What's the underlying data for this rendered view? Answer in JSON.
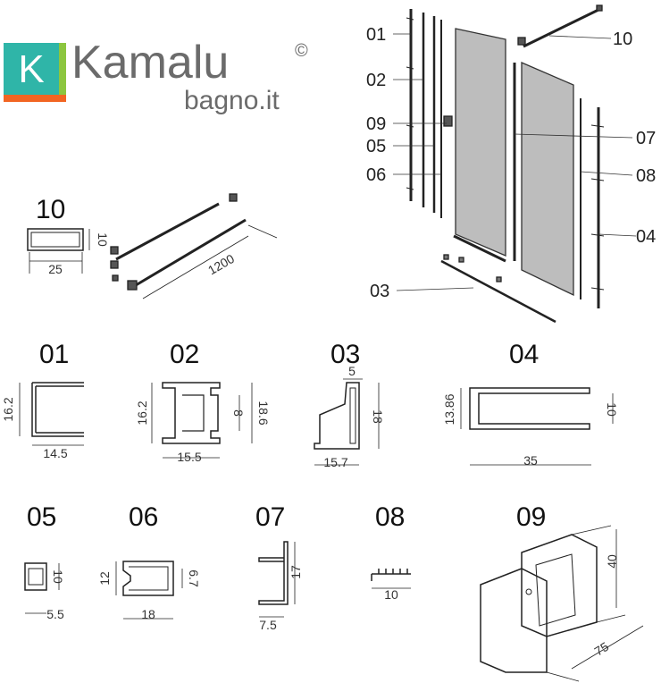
{
  "logo": {
    "letter": "K",
    "name": "Kamalu",
    "mark": "©",
    "sub": "bagno.it",
    "colors": {
      "teal": "#2fb5a8",
      "green": "#8cc63f",
      "orange": "#f26522",
      "text": "#6b6b6b"
    }
  },
  "exploded_labels": [
    "01",
    "02",
    "09",
    "05",
    "06",
    "03",
    "10",
    "07",
    "08",
    "04"
  ],
  "parts": {
    "p10": {
      "title": "10",
      "h": "10",
      "w": "25",
      "len": "1200"
    },
    "p01": {
      "title": "01",
      "h": "16.2",
      "w": "14.5"
    },
    "p02": {
      "title": "02",
      "h": "16.2",
      "inner": "8",
      "h2": "18.6",
      "w": "15.5"
    },
    "p03": {
      "title": "03",
      "top": "5",
      "h": "18",
      "w": "15.7"
    },
    "p04": {
      "title": "04",
      "h": "13.86",
      "inner": "10",
      "w": "35"
    },
    "p05": {
      "title": "05",
      "h": "10",
      "w": "5.5"
    },
    "p06": {
      "title": "06",
      "h": "12",
      "inner": "6.7",
      "w": "18"
    },
    "p07": {
      "title": "07",
      "h": "17",
      "w": "7.5"
    },
    "p08": {
      "title": "08",
      "w": "10"
    },
    "p09": {
      "title": "09",
      "h": "40",
      "w": "75"
    }
  }
}
